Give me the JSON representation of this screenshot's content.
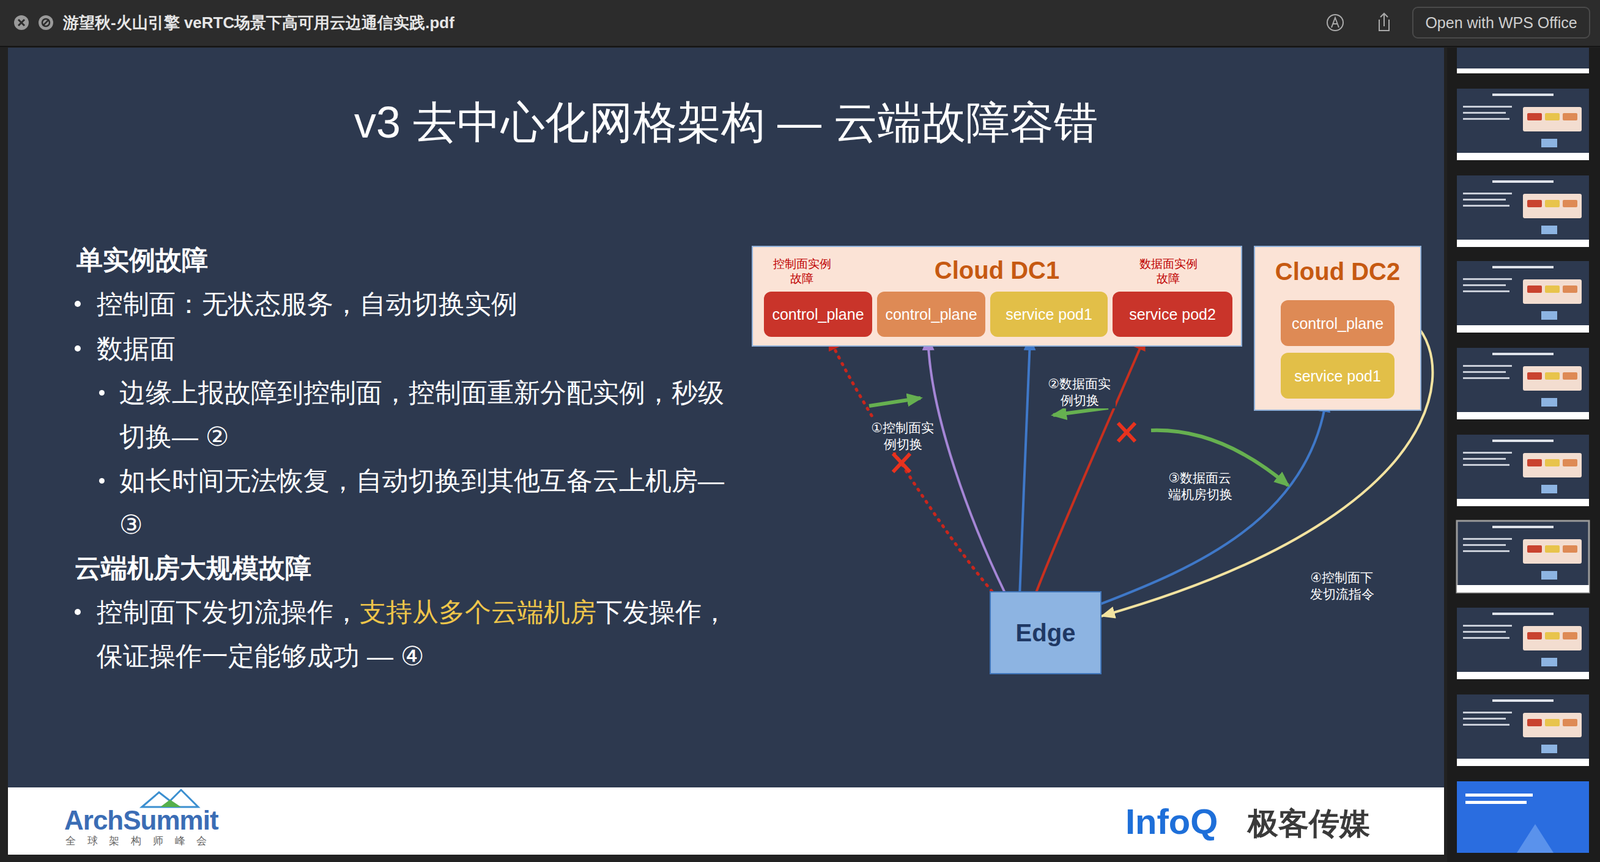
{
  "diagram": {
    "title": "v3 去中心化网格架构 — 云端故障容错",
    "nodes": [
      {
        "text": [
          "Cloud DC1"
        ]
      },
      {
        "text": [
          "control_plane"
        ],
        "in": 0
      },
      {
        "text": [
          "control_plane"
        ],
        "in": 0
      },
      {
        "text": [
          "service pod1"
        ],
        "in": 0
      },
      {
        "text": [
          "service pod2"
        ],
        "in": 0
      },
      {
        "text": [
          "Cloud DC2"
        ]
      },
      {
        "text": [
          "control_plane"
        ],
        "in": 5
      },
      {
        "text": [
          "service pod1"
        ],
        "in": 5
      },
      {
        "text": [
          "Edge"
        ]
      }
    ],
    "edges": [
      {
        "from": 8,
        "to": 1,
        "arrow": "to"
      },
      {
        "from": 8,
        "to": 2,
        "arrow": "to"
      },
      {
        "from": 8,
        "to": 3,
        "arrow": "to"
      },
      {
        "from": 8,
        "to": 4,
        "arrow": "to"
      },
      {
        "from": 8,
        "to": 7,
        "arrow": "to"
      },
      {
        "from": 6,
        "to": 8,
        "arrow": "to"
      }
    ],
    "labels": [
      "游望秋-火山引擎 veRTC场景下高可用云边通信实践.pdf",
      "Open with WPS Office",
      "单实例故障",
      "控制面：无状态服务，自动切换实例",
      "数据面",
      "边缘上报故障到控制面，控制面重新分配实例，秒级切换— ②",
      "如长时间无法恢复，自动切换到其他互备云上机房— ③",
      "云端机房大规模故障",
      "控制面下发切流操作，",
      "支持从多个云端机房",
      "下发操作，保证操作一定能够成功 — ④",
      "控制面实例 故障",
      "数据面实例 故障",
      "①控制面实例切换",
      "②数据面实例切换",
      "③数据面云端机房切换",
      "④控制面下发切流指令",
      "ArchSummit",
      "全 球 架 构 师 峰 会",
      "InfoQ",
      "极客传媒"
    ]
  }
}
